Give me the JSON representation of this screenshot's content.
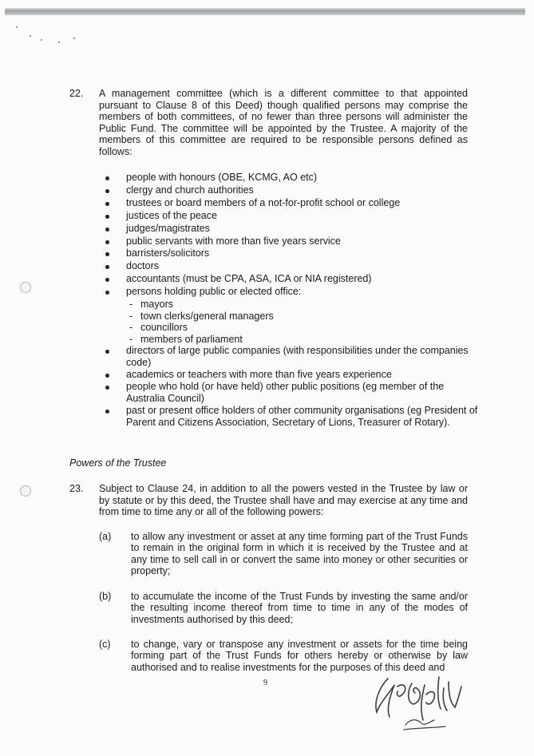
{
  "clause_22": {
    "number": "22.",
    "text": "A management committee (which is a different committee to that appointed pursuant to Clause 8 of this Deed) though qualified persons may comprise the members of both committees, of no fewer than three persons will administer the Public Fund. The committee will be appointed by the Trustee. A majority of the members of this committee are required to be responsible persons defined as follows:",
    "bullets": [
      "people with honours (OBE, KCMG, AO etc)",
      "clergy and church authorities",
      "trustees or board members of a not-for-profit school or college",
      "justices of the peace",
      "judges/magistrates",
      "public servants with more than five years service",
      "barristers/solicitors",
      "doctors",
      "accountants (must be CPA, ASA, ICA or NIA registered)",
      "persons holding public or elected office:",
      "directors of large public companies (with responsibilities under the companies code)",
      "academics or teachers with more than five years experience",
      "people who hold (or have held) other public positions (eg member of the Australia Council)",
      "past or present office holders of other community organisations (eg President of Parent and Citizens Association, Secretary of Lions, Treasurer of Rotary)."
    ],
    "sub_bullets": [
      "mayors",
      "town clerks/general managers",
      "councillors",
      "members of parliament"
    ]
  },
  "heading": "Powers of the Trustee",
  "clause_23": {
    "number": "23.",
    "text": "Subject to Clause 24, in addition to all the powers vested in the Trustee by law or by statute or by this deed, the Trustee shall have and may exercise at any time and from time to time any or all of the following powers:",
    "items": [
      {
        "label": "(a)",
        "text": "to allow any investment or asset at any time forming part of the Trust Funds to remain in the original form in which it is received by the Trustee and at any time to sell call in or convert the same into money or other securities or property;"
      },
      {
        "label": "(b)",
        "text": "to accumulate the income of the Trust Funds by investing the same and/or the resulting income thereof from time to time in any of the modes of investments authorised by this deed;"
      },
      {
        "label": "(c)",
        "text": "to change, vary or transpose any investment or assets for the time being forming part of the Trust Funds for others hereby or otherwise by law authorised and to realise investments for the purposes of this deed and"
      }
    ]
  },
  "page_number": "9",
  "signature_text": "AP DGM"
}
